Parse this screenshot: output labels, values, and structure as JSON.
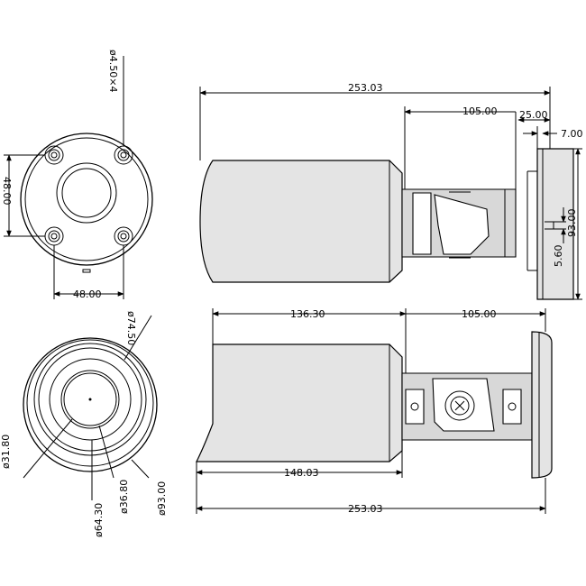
{
  "dimensions": {
    "top_total_length": "253.03",
    "top_bracket_length": "105.00",
    "top_mount_depth": "25.00",
    "top_plate_thickness": "7.00",
    "top_plate_height": "93.00",
    "top_offset": "5.60",
    "front_hole_size": "ø4.50×4",
    "front_hole_spacing_vertical": "48.00",
    "front_hole_spacing_horizontal": "48.00",
    "side_body_length": "136.30",
    "side_bracket_length": "105.00",
    "side_lower_length": "148.03",
    "side_total_length": "253.03",
    "lens_outer_dia": "ø74.50",
    "lens_31_dia": "ø31.80",
    "lens_64_dia": "ø64.30",
    "lens_36_dia": "ø36.80",
    "base_dia": "ø93.00"
  }
}
